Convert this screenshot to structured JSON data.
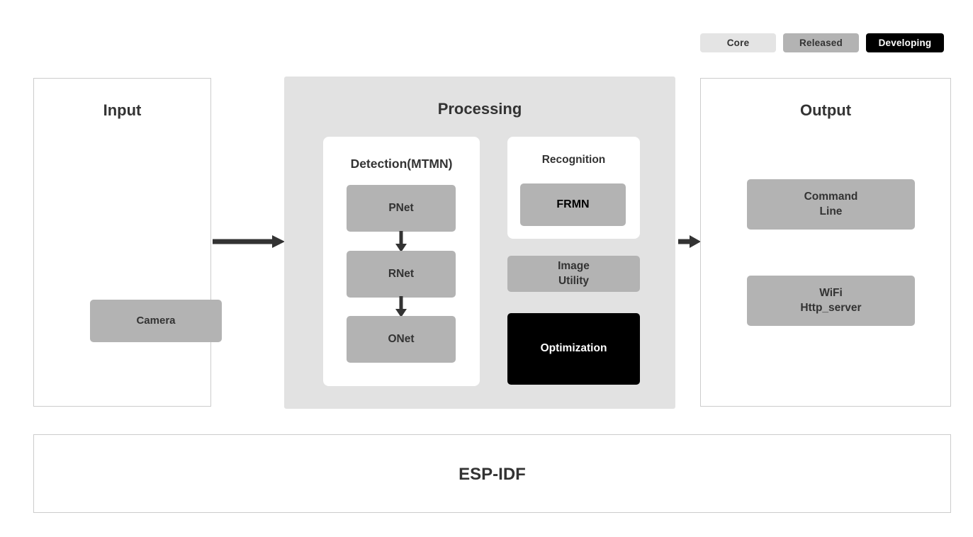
{
  "legend": {
    "items": [
      {
        "label": "Core",
        "color": "#e4e4e4",
        "text_color": "#333333"
      },
      {
        "label": "Released",
        "color": "#b3b3b3",
        "text_color": "#333333"
      },
      {
        "label": "Developing",
        "color": "#000000",
        "text_color": "#ffffff"
      }
    ]
  },
  "panels": {
    "input": {
      "title": "Input",
      "blocks": [
        {
          "label": "Camera",
          "status": "Released"
        }
      ]
    },
    "processing": {
      "title": "Processing",
      "detection": {
        "title": "Detection(MTMN)",
        "blocks": [
          {
            "label": "PNet",
            "status": "Released"
          },
          {
            "label": "RNet",
            "status": "Released"
          },
          {
            "label": "ONet",
            "status": "Released"
          }
        ]
      },
      "recognition": {
        "title": "Recognition",
        "blocks": [
          {
            "label": "FRMN",
            "status": "Released"
          }
        ]
      },
      "extra_blocks": [
        {
          "label_line1": "Image",
          "label_line2": "Utility",
          "status": "Released"
        },
        {
          "label_line1": "Optimization",
          "label_line2": "",
          "status": "Developing"
        }
      ]
    },
    "output": {
      "title": "Output",
      "blocks": [
        {
          "label_line1": "Command",
          "label_line2": "Line",
          "status": "Released"
        },
        {
          "label_line1": "WiFi",
          "label_line2": "Http_server",
          "status": "Released"
        }
      ]
    },
    "footer": {
      "title": "ESP-IDF"
    }
  },
  "arrows": [
    {
      "name": "input-to-processing",
      "direction": "right"
    },
    {
      "name": "processing-to-output",
      "direction": "right"
    },
    {
      "name": "pnet-to-rnet",
      "direction": "down"
    },
    {
      "name": "rnet-to-onet",
      "direction": "down"
    }
  ]
}
